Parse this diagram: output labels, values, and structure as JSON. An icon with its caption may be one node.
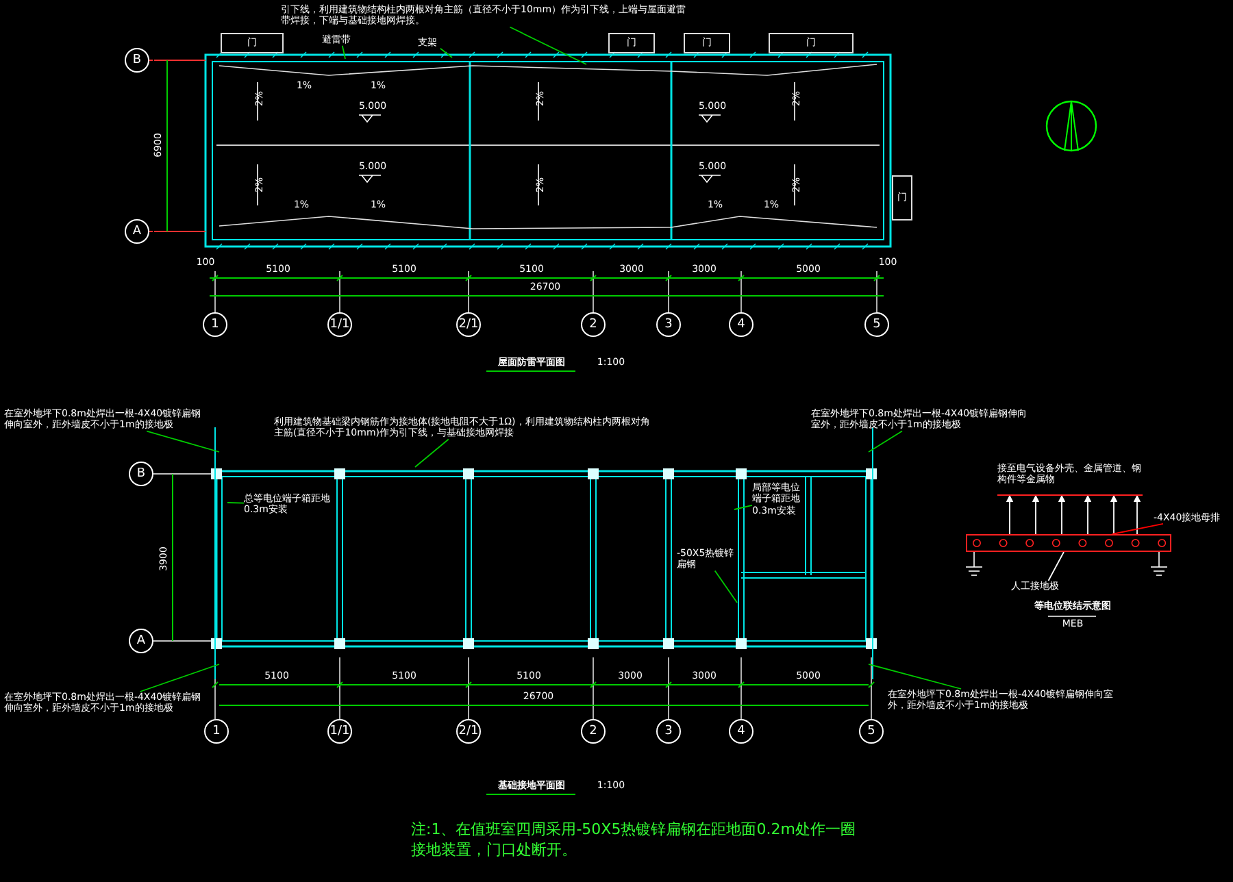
{
  "diagram": {
    "nodes": [
      {
        "text": [
          "引下线，利用建筑物结构柱内两根对角主筋（直径不小于10mm）作为引下线，上端与屋面避雷带焊接，下端与基础接地网焊接。"
        ]
      },
      {
        "text": [
          "避雷带"
        ]
      },
      {
        "text": [
          "支架"
        ]
      },
      {
        "text": [
          "B"
        ]
      },
      {
        "text": [
          "A"
        ]
      },
      {
        "text": [
          "1"
        ]
      },
      {
        "text": [
          "1/1"
        ]
      },
      {
        "text": [
          "2/1"
        ]
      },
      {
        "text": [
          "2"
        ]
      },
      {
        "text": [
          "3"
        ]
      },
      {
        "text": [
          "4"
        ]
      },
      {
        "text": [
          "5"
        ]
      },
      {
        "text": [
          "门"
        ]
      },
      {
        "text": [
          "门"
        ]
      },
      {
        "text": [
          "门"
        ]
      },
      {
        "text": [
          "门"
        ]
      },
      {
        "text": [
          "门"
        ]
      },
      {
        "text": [
          "在室外地坪下0.8m处焊出一根-4X40镀锌扁钢伸向室外，距外墙皮不小于1m的接地极"
        ]
      },
      {
        "text": [
          "利用建筑物基础梁内钢筋作为接地体(接地电阻不大于1Ω)，利用建筑物结构柱内两根对角主筋(直径不小于10mm)作为引下线，与基础接地网焊接"
        ]
      },
      {
        "text": [
          "在室外地坪下0.8m处焊出一根-4X40镀锌扁钢伸向室外，距外墙皮不小于1m的接地极"
        ]
      },
      {
        "text": [
          "总等电位端子箱距地0.3m安装"
        ]
      },
      {
        "text": [
          "局部等电位端子箱距地0.3m安装"
        ]
      },
      {
        "text": [
          "-50X5热镀锌扁钢"
        ]
      },
      {
        "text": [
          "在室外地坪下0.8m处焊出一根-4X40镀锌扁钢伸向室外，距外墙皮不小于1m的接地极"
        ]
      },
      {
        "text": [
          "在室外地坪下0.8m处焊出一根-4X40镀锌扁钢伸向室外，距外墙皮不小于1m的接地极"
        ]
      },
      {
        "text": [
          "B"
        ]
      },
      {
        "text": [
          "A"
        ]
      },
      {
        "text": [
          "1"
        ]
      },
      {
        "text": [
          "1/1"
        ]
      },
      {
        "text": [
          "2/1"
        ]
      },
      {
        "text": [
          "2"
        ]
      },
      {
        "text": [
          "3"
        ]
      },
      {
        "text": [
          "4"
        ]
      },
      {
        "text": [
          "5"
        ]
      },
      {
        "text": [
          "接至电气设备外壳、金属管道、钢构件等金属物"
        ]
      },
      {
        "text": [],
        "shape": "bar"
      },
      {
        "text": [
          "-4X40接地母排"
        ]
      },
      {
        "text": [
          "人工接地极"
        ]
      }
    ],
    "edges": [
      {
        "from": 0,
        "to": null,
        "arrow": "none"
      },
      {
        "from": 1,
        "to": null,
        "arrow": "none"
      },
      {
        "from": 2,
        "to": null,
        "arrow": "none"
      },
      {
        "from": 17,
        "to": null,
        "arrow": "none"
      },
      {
        "from": 18,
        "to": null,
        "arrow": "none"
      },
      {
        "from": 19,
        "to": null,
        "arrow": "none"
      },
      {
        "from": 20,
        "to": null,
        "arrow": "none"
      },
      {
        "from": 21,
        "to": null,
        "arrow": "none"
      },
      {
        "from": 22,
        "to": null,
        "arrow": "none"
      },
      {
        "from": 23,
        "to": null,
        "arrow": "none"
      },
      {
        "from": 24,
        "to": null,
        "arrow": "none"
      },
      {
        "from": 35,
        "to": 34,
        "arrow": "to",
        "color": "#ffffff"
      },
      {
        "from": 35,
        "to": 34,
        "arrow": "to",
        "color": "#ffffff"
      },
      {
        "from": 35,
        "to": 34,
        "arrow": "to",
        "color": "#ffffff"
      },
      {
        "from": 35,
        "to": 34,
        "arrow": "to",
        "color": "#ffffff"
      },
      {
        "from": 35,
        "to": 34,
        "arrow": "to",
        "color": "#ffffff"
      },
      {
        "from": 35,
        "to": 34,
        "arrow": "to",
        "color": "#ffffff"
      },
      {
        "from": 36,
        "to": 35,
        "arrow": "none",
        "color": "#ff0000"
      },
      {
        "from": 37,
        "to": 35,
        "arrow": "none",
        "color": "#ffffff"
      }
    ],
    "labels": [
      "1%",
      "1%",
      "2%",
      "5.000",
      "2%",
      "5.000",
      "2%",
      "6900",
      "2%",
      "5.000",
      "2%",
      "5.000",
      "2%",
      "1%",
      "1%",
      "1%",
      "1%",
      "100",
      "5100",
      "5100",
      "5100",
      "3000",
      "3000",
      "5000",
      "100",
      "26700",
      "屋面防雷平面图",
      "1:100",
      "3900",
      "5100",
      "5100",
      "5100",
      "3000",
      "3000",
      "5000",
      "26700",
      "基础接地平面图",
      "1:100",
      "等电位联结示意图",
      "MEB",
      "注:1、在值班室四周采用-50X5热镀锌扁钢在距地面0.2m处作一圈接地装置，门口处断开。"
    ]
  }
}
